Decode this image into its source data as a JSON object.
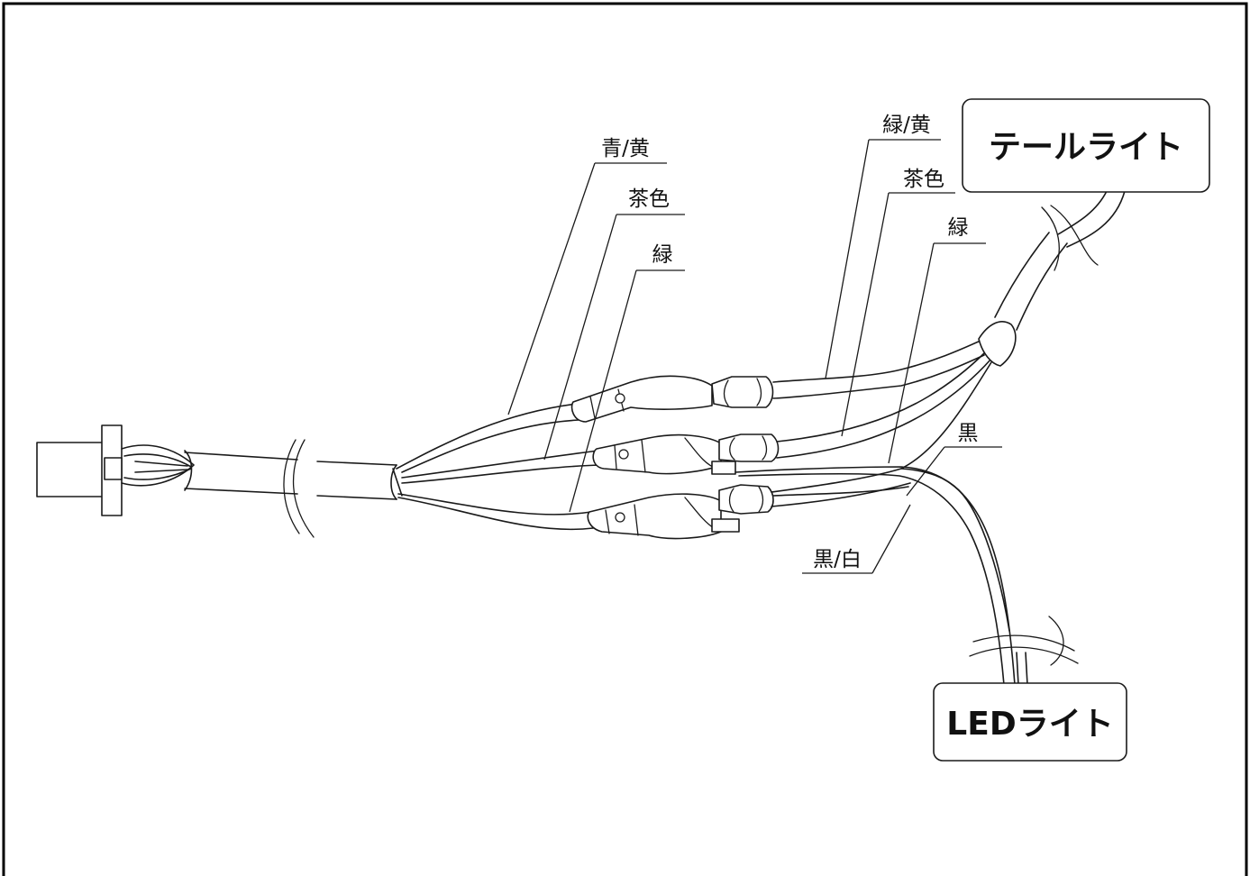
{
  "labels": {
    "ao_ki": "青/黄",
    "cha_left": "茶色",
    "midori_left": "緑",
    "midori_ki": "緑/黄",
    "cha_right": "茶色",
    "midori_right": "緑",
    "kuro": "黒",
    "kuro_shiro": "黒/白"
  },
  "boxes": {
    "tail_light": "テールライト",
    "led_light": "LEDライト"
  }
}
